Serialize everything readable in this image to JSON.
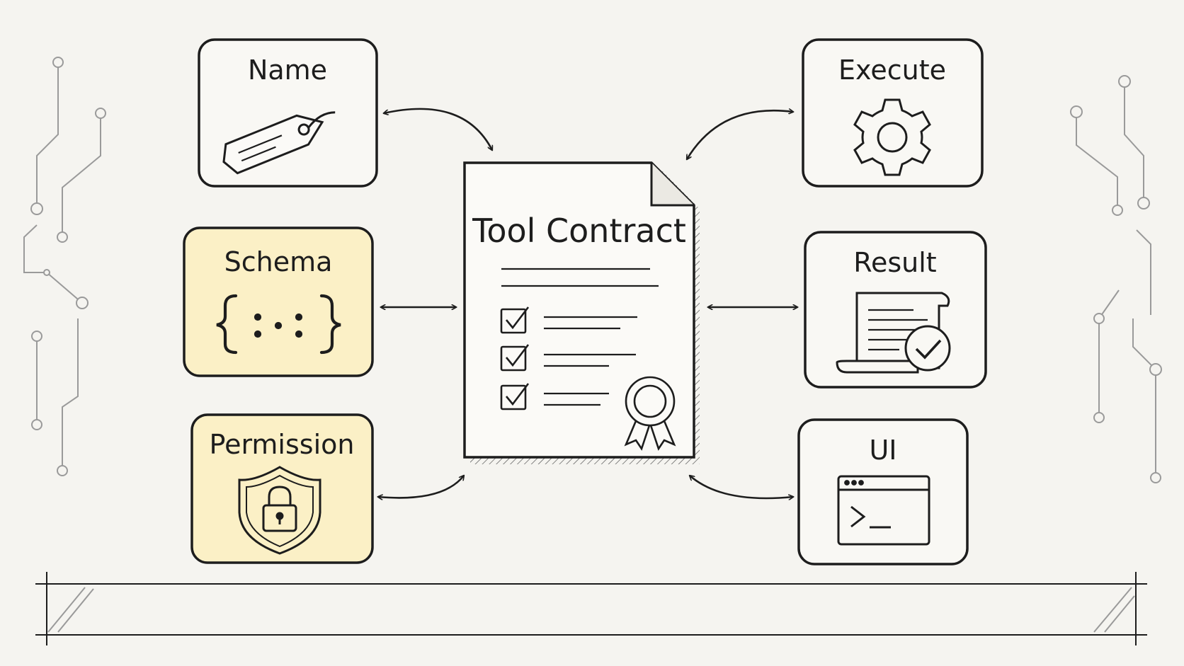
{
  "diagram": {
    "center": {
      "label": "Tool Contract",
      "checklist_items": 3,
      "icon": "award-ribbon-icon"
    },
    "left_nodes": [
      {
        "id": "name",
        "label": "Name",
        "icon": "tag-icon",
        "highlighted": false
      },
      {
        "id": "schema",
        "label": "Schema",
        "icon": "curly-braces-icon",
        "highlighted": true
      },
      {
        "id": "permission",
        "label": "Permission",
        "icon": "shield-lock-icon",
        "highlighted": true
      }
    ],
    "right_nodes": [
      {
        "id": "execute",
        "label": "Execute",
        "icon": "gear-icon",
        "highlighted": false
      },
      {
        "id": "result",
        "label": "Result",
        "icon": "scroll-check-icon",
        "highlighted": false
      },
      {
        "id": "ui",
        "label": "UI",
        "icon": "terminal-window-icon",
        "highlighted": false
      }
    ],
    "connections": "bidirectional",
    "colors": {
      "highlight": "#fbf0c6",
      "stroke": "#1d1d1d",
      "background": "#f5f4f0",
      "circuit": "#9a9a9a"
    }
  }
}
